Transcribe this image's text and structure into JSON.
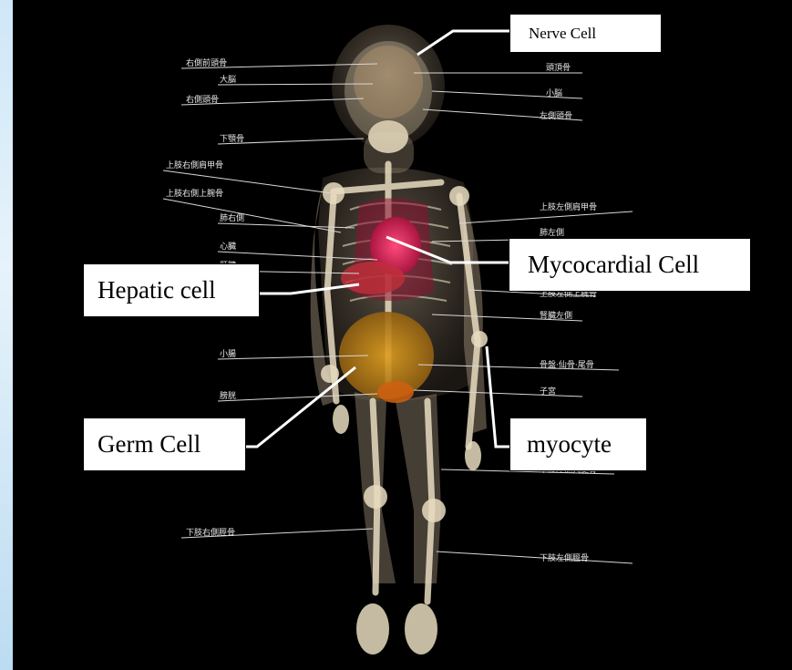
{
  "callouts": {
    "nerve": "Nerve Cell",
    "mycocardial": "Mycocardial Cell",
    "hepatic": "Hepatic cell",
    "germ": "Germ Cell",
    "myocyte": "myocyte"
  },
  "labels_left": [
    "右側前頭骨",
    "大脳",
    "右側頭骨",
    "下顎骨",
    "上肢右側肩甲骨",
    "上肢右側上腕骨",
    "肺右側",
    "心臓",
    "肝臓",
    "小腸",
    "膀胱",
    "下肢右側脛骨"
  ],
  "labels_right": [
    "頭頂骨",
    "小脳",
    "左側頭骨",
    "上肢左側肩甲骨",
    "肺左側",
    "上肢左側上腕骨",
    "腎臓左側",
    "骨盤·仙骨·尾骨",
    "子宮",
    "下肢左側大腿骨",
    "下肢左側脛骨"
  ],
  "colors": {
    "background": "#000000",
    "frame": "#cfe7f7",
    "callout_fill": "#ffffff",
    "leader": "#ffffff"
  }
}
